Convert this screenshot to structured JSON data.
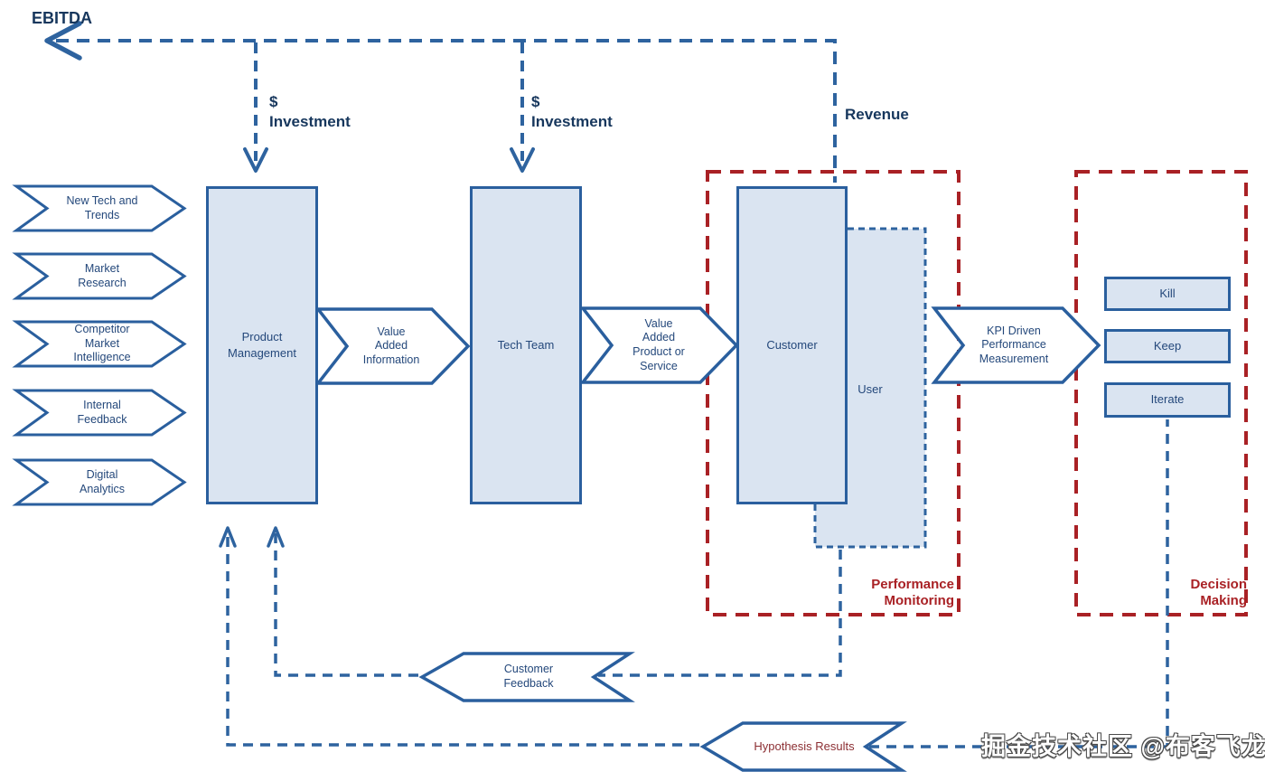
{
  "title_labels": {
    "ebitda": "EBITDA",
    "revenue": "Revenue",
    "investment_left": "$\nInvestment",
    "investment_right": "$\nInvestment"
  },
  "inputs": [
    "New Tech and\nTrends",
    "Market\nResearch",
    "Competitor\nMarket\nIntelligence",
    "Internal\nFeedback",
    "Digital\nAnalytics"
  ],
  "entities": {
    "product_management": "Product\nManagement",
    "tech_team": "Tech Team",
    "customer": "Customer",
    "user": "User"
  },
  "flows": {
    "value_added_information": "Value\nAdded\nInformation",
    "value_added_product_or_service": "Value\nAdded\nProduct or\nService",
    "kpi_driven_performance_measurement": "KPI Driven\nPerformance\nMeasurement",
    "customer_feedback": "Customer\nFeedback",
    "hypothesis_results": "Hypothesis Results"
  },
  "decisions": [
    "Kill",
    "Keep",
    "Iterate"
  ],
  "regions": {
    "performance_monitoring": "Performance\nMonitoring",
    "decision_making": "Decision\nMaking"
  },
  "watermark": "掘金技术社区 @布客飞龙",
  "colors": {
    "line_blue": "#2e639f",
    "box_border_blue": "#2a5f9e",
    "box_fill": "#dae4f1",
    "text_navy": "#24487b",
    "heading_navy": "#17375d",
    "region_red": "#a92125",
    "hypothesis_text": "#8c2f33",
    "watermark_fill": "#ffffff"
  }
}
